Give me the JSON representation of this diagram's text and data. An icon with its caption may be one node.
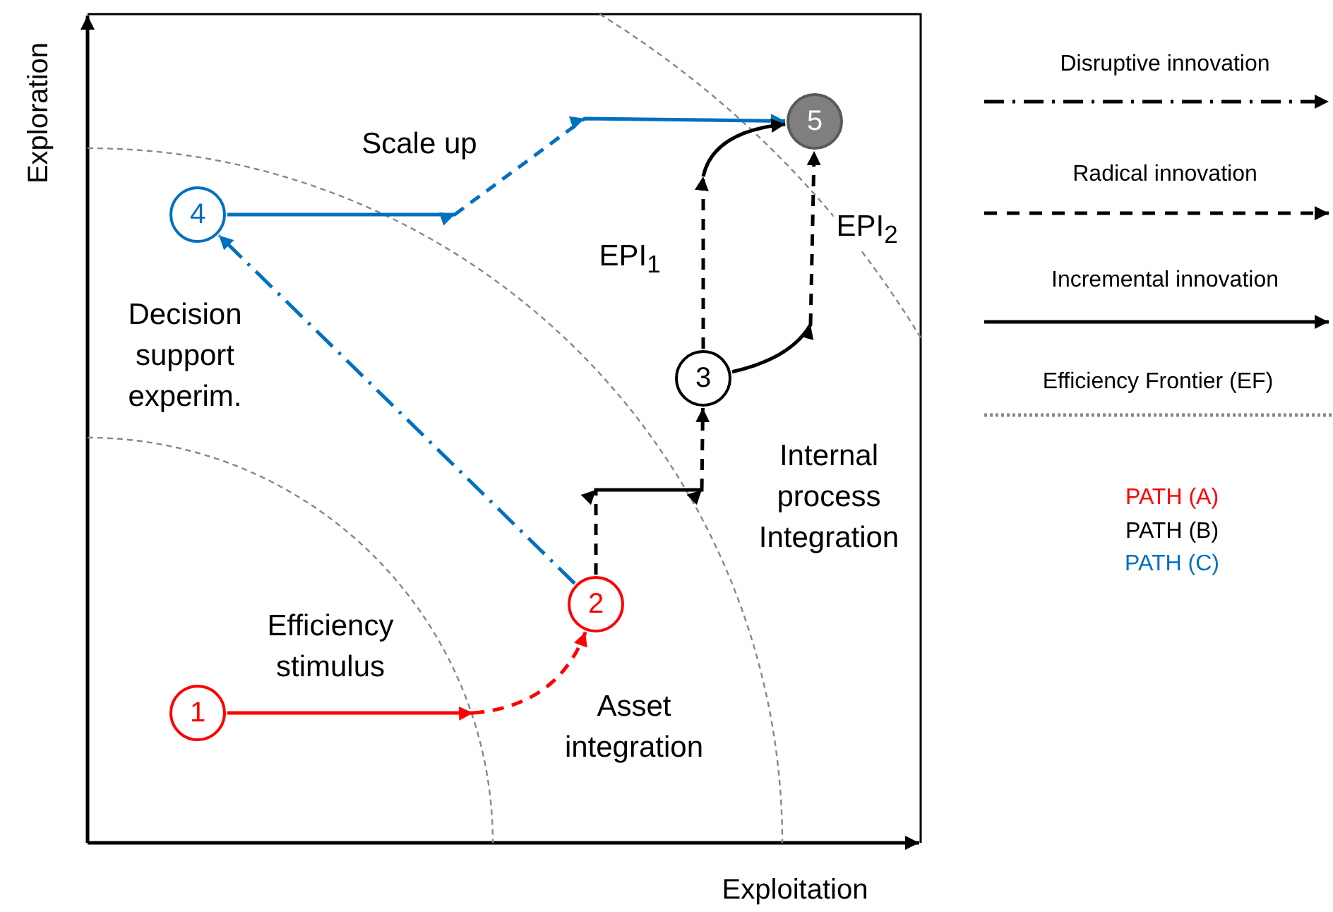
{
  "diagram": {
    "nodes": [
      {
        "text": [
          "1"
        ]
      },
      {
        "text": [
          "2"
        ]
      },
      {
        "text": [
          "3"
        ]
      },
      {
        "text": [
          "4"
        ]
      },
      {
        "text": [
          "5"
        ]
      }
    ],
    "edges": [
      {
        "from": 0,
        "to": 1,
        "arrow": "to",
        "style": "dashed",
        "color": "#ff0000"
      },
      {
        "from": 1,
        "to": 2,
        "arrow": "to",
        "style": "dashed"
      },
      {
        "from": 1,
        "to": 3,
        "arrow": "to",
        "style": "dashed",
        "color": "#0070c0"
      },
      {
        "from": 3,
        "to": 4,
        "arrow": "to",
        "style": "dashed",
        "color": "#0070c0"
      },
      {
        "from": 2,
        "to": 4,
        "arrow": "to",
        "style": "dashed",
        "label": "EPI$_{1}$"
      },
      {
        "from": 2,
        "to": 4,
        "arrow": "to",
        "style": "dashed",
        "label": "EPI$_{2}$"
      }
    ],
    "labels": [
      "Exploration",
      "Scale up",
      "Decision support experim.",
      "Internal process Integration",
      "Efficiency stimulus",
      "Asset integration",
      "Exploitation"
    ],
    "legend": [
      {
        "text": "Disruptive innovation"
      },
      {
        "text": "Radical innovation"
      },
      {
        "text": "Incremental innovation"
      },
      {
        "text": "Efficiency Frontier (EF)"
      },
      {
        "text": "PATH (A)",
        "color": "#ff0000"
      },
      {
        "text": "PATH (B)",
        "color": "#000000"
      },
      {
        "text": "PATH (C)",
        "color": "#0070c0"
      }
    ]
  }
}
